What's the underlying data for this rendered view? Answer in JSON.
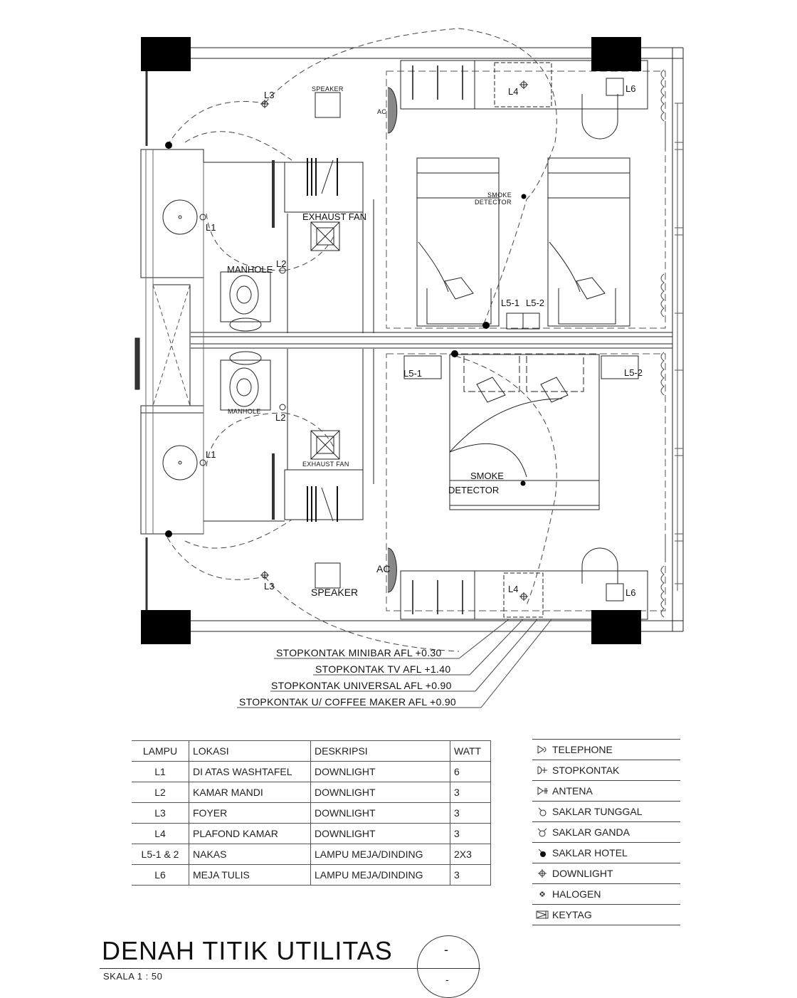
{
  "drawing": {
    "title": "DENAH TITIK  UTILITAS",
    "scale": "SKALA  1 : 50",
    "sheet_ref_top": "-",
    "sheet_ref_bottom": "-"
  },
  "plan_labels": {
    "upper_room": {
      "speaker": "SPEAKER",
      "ac": "AC",
      "l3": "L3",
      "l4": "L4",
      "l6": "L6",
      "l1": "L1",
      "l2": "L2",
      "manhole": "MANHOLE",
      "exhaust_fan": "EXHAUST FAN",
      "smoke_detector_1": "SMOKE",
      "smoke_detector_2": "DETECTOR",
      "l5_1": "L5-1",
      "l5_2": "L5-2"
    },
    "lower_room": {
      "speaker": "SPEAKER",
      "ac": "AC",
      "l3": "L3",
      "l4": "L4",
      "l6": "L6",
      "l1": "L1",
      "l2": "L2",
      "manhole": "MANHOLE",
      "exhaust_fan": "EXHAUST FAN",
      "smoke_detector_1": "SMOKE",
      "smoke_detector_2": "DETECTOR",
      "l5_1": "L5-1",
      "l5_2": "L5-2"
    }
  },
  "callouts": [
    "STOPKONTAK MINIBAR AFL +0.30",
    "STOPKONTAK TV AFL +1.40",
    "STOPKONTAK UNIVERSAL AFL +0.90",
    "STOPKONTAK U/ COFFEE MAKER AFL +0.90"
  ],
  "lamp_table": {
    "headers": [
      "LAMPU",
      "LOKASI",
      "DESKRIPSI",
      "WATT"
    ],
    "rows": [
      [
        "L1",
        "DI ATAS WASHTAFEL",
        "DOWNLIGHT",
        "6"
      ],
      [
        "L2",
        "KAMAR MANDI",
        "DOWNLIGHT",
        "3"
      ],
      [
        "L3",
        "FOYER",
        "DOWNLIGHT",
        "3"
      ],
      [
        "L4",
        "PLAFOND KAMAR",
        "DOWNLIGHT",
        "3"
      ],
      [
        "L5-1 & 2",
        "NAKAS",
        "LAMPU MEJA/DINDING",
        "2X3"
      ],
      [
        "L6",
        "MEJA TULIS",
        "LAMPU MEJA/DINDING",
        "3"
      ]
    ]
  },
  "legend": [
    {
      "icon": "telephone-icon",
      "label": "TELEPHONE"
    },
    {
      "icon": "stopkontak-icon",
      "label": "STOPKONTAK"
    },
    {
      "icon": "antena-icon",
      "label": "ANTENA"
    },
    {
      "icon": "saklar-tunggal-icon",
      "label": "SAKLAR TUNGGAL"
    },
    {
      "icon": "saklar-ganda-icon",
      "label": "SAKLAR GANDA"
    },
    {
      "icon": "saklar-hotel-icon",
      "label": "SAKLAR HOTEL"
    },
    {
      "icon": "downlight-icon",
      "label": "DOWNLIGHT"
    },
    {
      "icon": "halogen-icon",
      "label": "HALOGEN"
    },
    {
      "icon": "keytag-icon",
      "label": "KEYTAG"
    }
  ]
}
